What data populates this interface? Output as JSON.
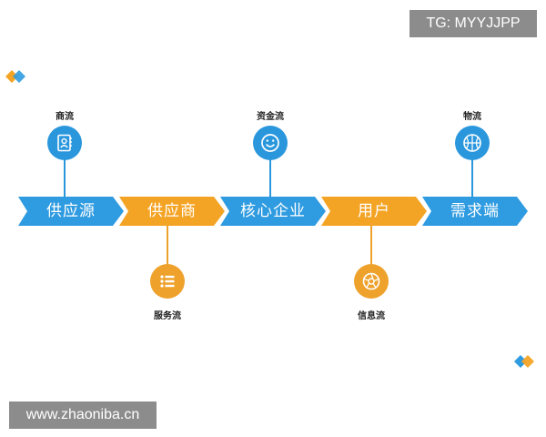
{
  "watermarks": {
    "top": "TG: MYYJJPP",
    "bottom": "www.zhaoniba.cn"
  },
  "colors": {
    "blue": "#2f9be0",
    "orange": "#f4a425",
    "node_orange": "#eea22c",
    "node_blue": "#2a97dd"
  },
  "stages": [
    {
      "label": "供应源",
      "color": "blue"
    },
    {
      "label": "供应商",
      "color": "orange"
    },
    {
      "label": "核心企业",
      "color": "blue"
    },
    {
      "label": "用户",
      "color": "orange"
    },
    {
      "label": "需求端",
      "color": "blue"
    }
  ],
  "flows": {
    "business": {
      "label": "商流",
      "icon": "contact-book-icon"
    },
    "capital": {
      "label": "资金流",
      "icon": "smiley-icon"
    },
    "logistics": {
      "label": "物流",
      "icon": "basketball-icon"
    },
    "service": {
      "label": "服务流",
      "icon": "list-icon"
    },
    "information": {
      "label": "信息流",
      "icon": "aperture-icon"
    }
  }
}
